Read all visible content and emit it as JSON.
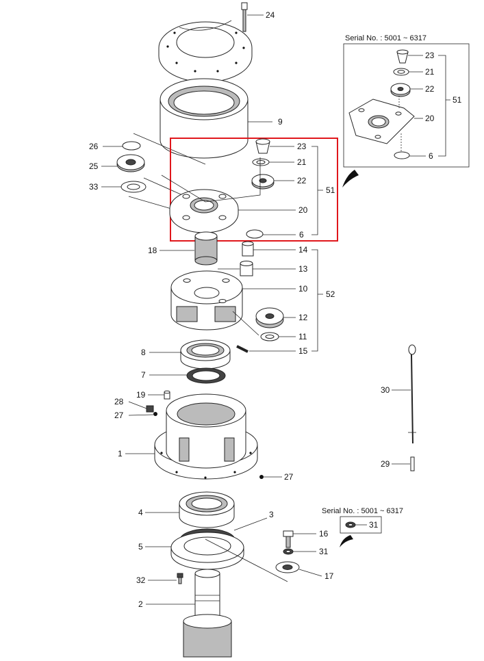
{
  "inset_top": {
    "serial_label": "Serial No. : 5001 ~ 6317"
  },
  "inset_bottom": {
    "serial_label": "Serial No. : 5001 ~ 6317"
  },
  "labels": {
    "p24": "24",
    "p9": "9",
    "p26": "26",
    "p25": "25",
    "p33": "33",
    "p23": "23",
    "p21": "21",
    "p22": "22",
    "p20": "20",
    "p6": "6",
    "p51": "51",
    "p18": "18",
    "p14": "14",
    "p13": "13",
    "p10": "10",
    "p12": "12",
    "p11": "11",
    "p15": "15",
    "p52": "52",
    "p8": "8",
    "p7": "7",
    "p19": "19",
    "p28": "28",
    "p27a": "27",
    "p1": "1",
    "p27b": "27",
    "p4": "4",
    "p3": "3",
    "p5": "5",
    "p32": "32",
    "p2": "2",
    "p30": "30",
    "p29": "29",
    "p16": "16",
    "p31a": "31",
    "p17": "17",
    "p31b": "31",
    "i23": "23",
    "i21": "21",
    "i22": "22",
    "i20": "20",
    "i6": "6",
    "i51": "51"
  },
  "highlight_color": "#e0161b"
}
